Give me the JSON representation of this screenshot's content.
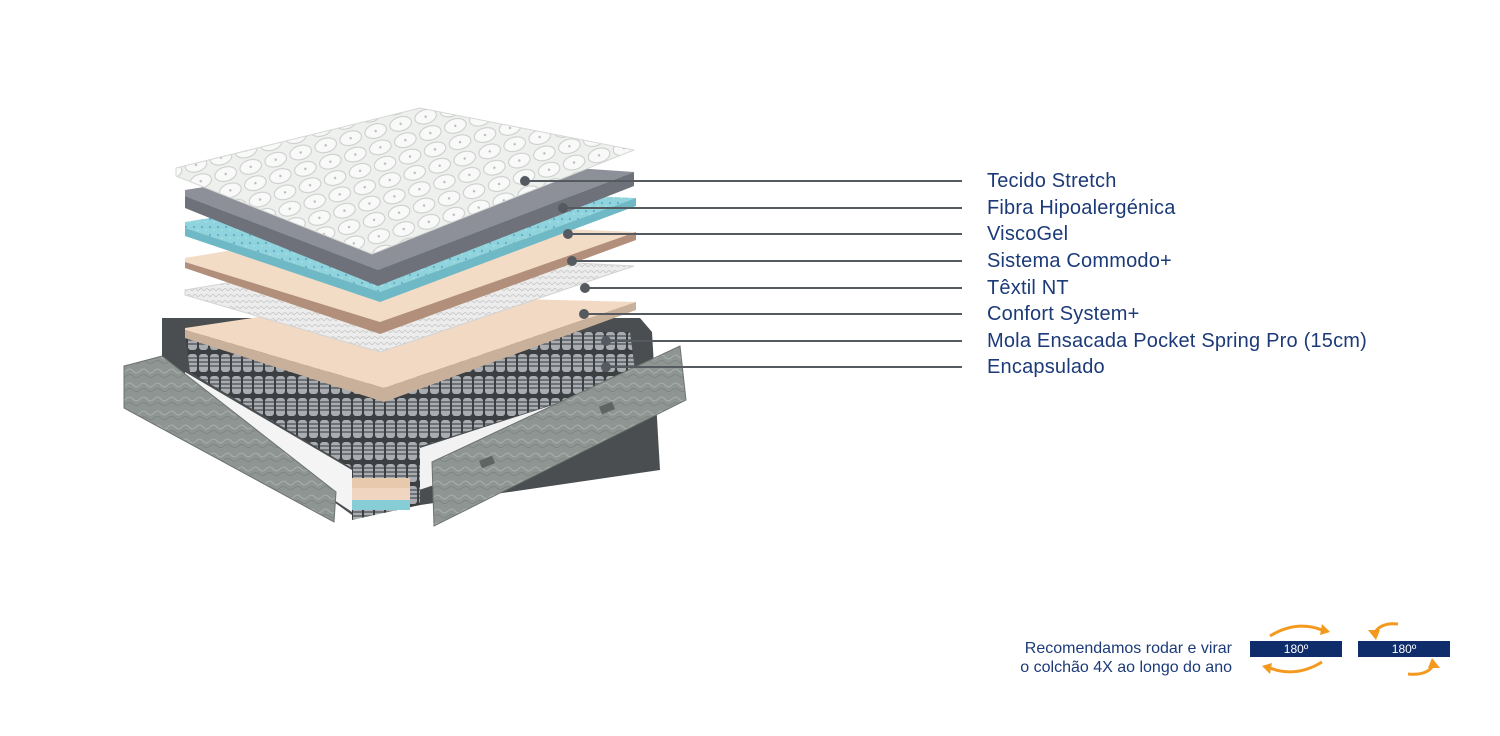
{
  "layers": [
    {
      "id": "tecido-stretch",
      "label": "Tecido Stretch"
    },
    {
      "id": "fibra-hipoalergenica",
      "label": "Fibra Hipoalergénica"
    },
    {
      "id": "viscogel",
      "label": "ViscoGel"
    },
    {
      "id": "sistema-commodo",
      "label": "Sistema Commodo+"
    },
    {
      "id": "textil-nt",
      "label": "Têxtil NT"
    },
    {
      "id": "confort-system",
      "label": "Confort System+"
    },
    {
      "id": "mola-ensacada",
      "label": "Mola Ensacada Pocket Spring Pro (15cm)"
    },
    {
      "id": "encapsulado",
      "label": "Encapsulado"
    }
  ],
  "recommendation": {
    "line1": "Recomendamos rodar e virar",
    "line2": "o colchão 4X ao longo do ano"
  },
  "rotation_badges": [
    {
      "label": "180º",
      "type": "rotate-horizontal"
    },
    {
      "label": "180º",
      "type": "flip-vertical"
    }
  ],
  "colors": {
    "text": "#1c3a78",
    "leader_line": "#555a60",
    "badge_bar": "#0f2d6b",
    "arrow_orange": "#f39a1e",
    "fabric_top": "#eef0ee",
    "fiber_grey": "#8c8e96",
    "viscogel_blue": "#8fd3dc",
    "commodo_tan": "#f3dcc6",
    "textil_white": "#ebebeb",
    "confort_tan": "#f2d9c3",
    "border_grey": "#8a928e",
    "base_dark": "#4d5153"
  }
}
